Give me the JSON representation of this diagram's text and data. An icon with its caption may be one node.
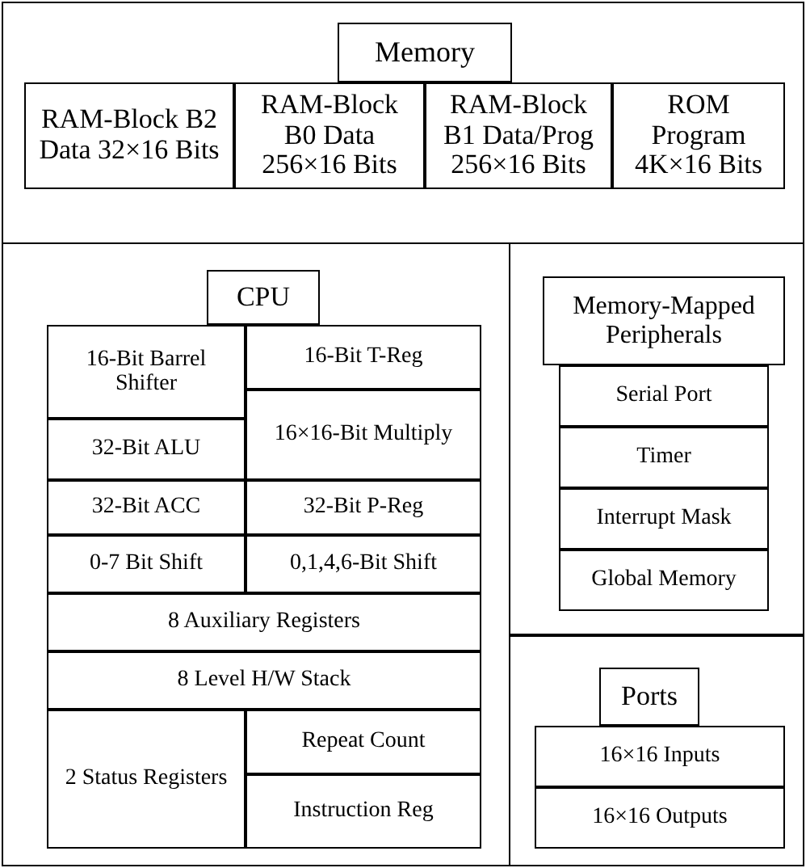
{
  "diagram": {
    "nodes": [
      {
        "text": [],
        "shape": "box"
      },
      {
        "text": [
          "Memory"
        ],
        "in": 0
      },
      {
        "text": [
          "RAM-Block B2 Data 32×16 Bits"
        ],
        "in": 0
      },
      {
        "text": [
          "RAM-Block B0 Data 256×16 Bits"
        ],
        "in": 0
      },
      {
        "text": [
          "RAM-Block B1 Data/Prog 256×16 Bits"
        ],
        "in": 0
      },
      {
        "text": [
          "ROM Program 4K×16 Bits"
        ],
        "in": 0
      },
      {
        "text": [],
        "shape": "box"
      },
      {
        "text": [
          "CPU"
        ],
        "in": 6
      },
      {
        "text": [
          "16-Bit Barrel Shifter"
        ],
        "in": 6
      },
      {
        "text": [
          "16-Bit T-Reg"
        ],
        "in": 6
      },
      {
        "text": [
          "16×16-Bit Multiply"
        ],
        "in": 6
      },
      {
        "text": [
          "32-Bit ALU"
        ],
        "in": 6
      },
      {
        "text": [
          "32-Bit ACC"
        ],
        "in": 6
      },
      {
        "text": [
          "32-Bit P-Reg"
        ],
        "in": 6
      },
      {
        "text": [
          "0-7 Bit Shift"
        ],
        "in": 6
      },
      {
        "text": [
          "0,1,4,6-Bit Shift"
        ],
        "in": 6
      },
      {
        "text": [
          "8 Auxiliary Registers"
        ],
        "in": 6
      },
      {
        "text": [
          "8 Level H/W Stack"
        ],
        "in": 6
      },
      {
        "text": [
          "2 Status Registers"
        ],
        "in": 6
      },
      {
        "text": [
          "Repeat Count"
        ],
        "in": 6
      },
      {
        "text": [
          "Instruction Reg"
        ],
        "in": 6
      },
      {
        "text": [],
        "shape": "box"
      },
      {
        "text": [
          "Memory-Mapped Peripherals"
        ],
        "in": 21
      },
      {
        "text": [
          "Serial Port"
        ],
        "in": 21
      },
      {
        "text": [
          "Timer"
        ],
        "in": 21
      },
      {
        "text": [
          "Interrupt Mask"
        ],
        "in": 21
      },
      {
        "text": [
          "Global Memory"
        ],
        "in": 21
      },
      {
        "text": [],
        "shape": "box"
      },
      {
        "text": [
          "Ports"
        ],
        "in": 27
      },
      {
        "text": [
          "16×16 Inputs"
        ],
        "in": 27
      },
      {
        "text": [
          "16×16 Outputs"
        ],
        "in": 27
      }
    ],
    "edges": []
  }
}
